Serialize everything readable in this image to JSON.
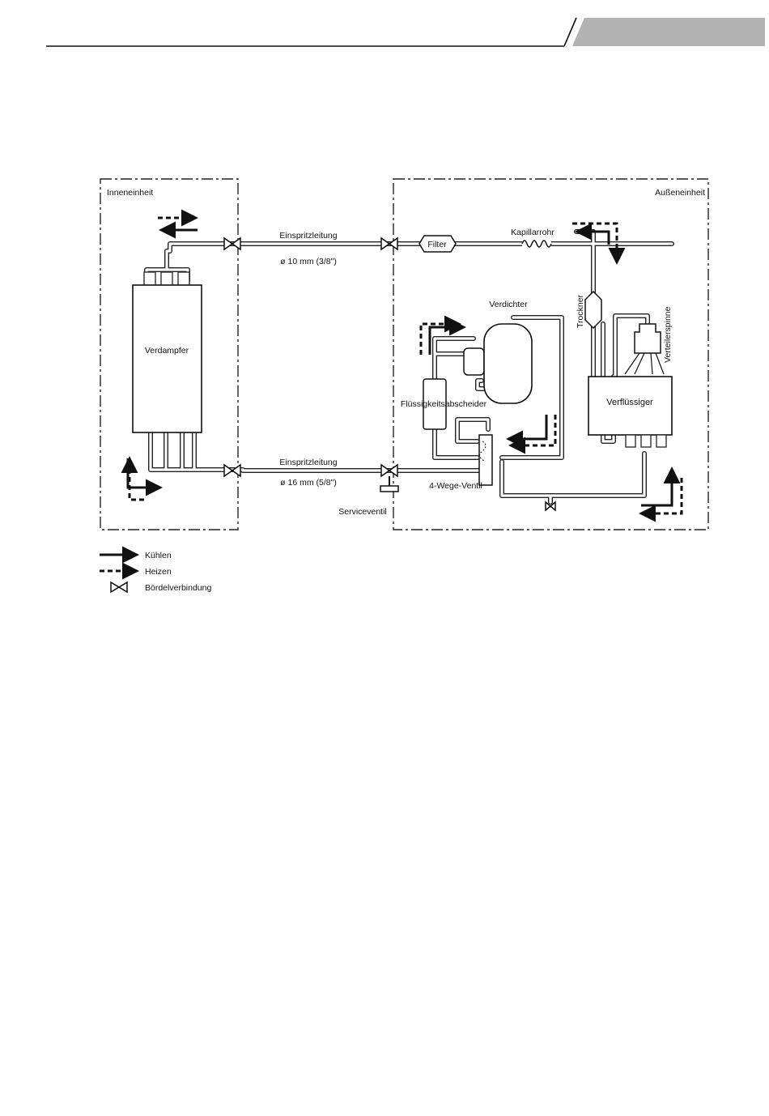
{
  "labels": {
    "indoor_unit": "Inneneinheit",
    "outdoor_unit": "Außeneinheit",
    "evaporator": "Verdampfer",
    "injection_line_top": "Einspritzleitung",
    "pipe_top_size": "ø 10 mm (3/8\")",
    "injection_line_bottom": "Einspritzleitung",
    "pipe_bottom_size": "ø 16 mm (5/8\")",
    "filter": "Filter",
    "capillary": "Kapillarrohr",
    "compressor": "Verdichter",
    "dryer": "Trockner",
    "distributor": "Verteilerspinne",
    "accumulator": "Flüssigkeitsabscheider",
    "condenser": "Verflüssiger",
    "four_way_valve": "4-Wege-Ventil",
    "service_valve": "Serviceventil"
  },
  "legend": {
    "cooling": "Kühlen",
    "heating": "Heizen",
    "flare": "Bördelverbindung"
  }
}
